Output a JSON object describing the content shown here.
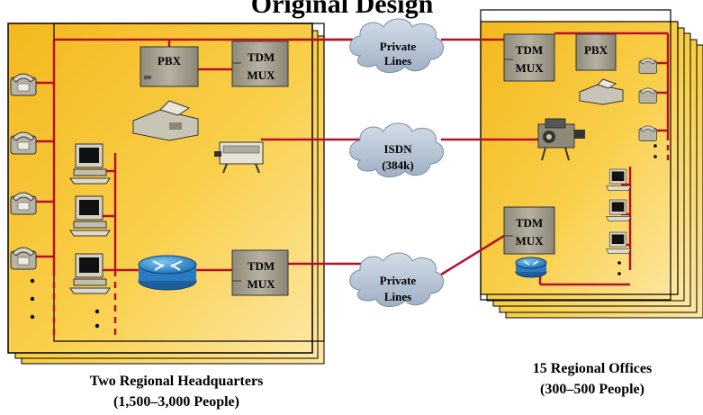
{
  "title": "Original Design",
  "hq": {
    "caption_line1": "Two Regional Headquarters",
    "caption_line2": "(1,500–3,000 People)",
    "pbx_label": "PBX",
    "mux_top_line1": "TDM",
    "mux_top_line2": "MUX",
    "mux_bottom_line1": "TDM",
    "mux_bottom_line2": "MUX"
  },
  "offices": {
    "caption_line1": "15 Regional Offices",
    "caption_line2": "(300–500 People)",
    "pbx_label": "PBX",
    "mux_top_line1": "TDM",
    "mux_top_line2": "MUX",
    "mux_bottom_line1": "TDM",
    "mux_bottom_line2": "MUX"
  },
  "clouds": [
    {
      "line1": "Private",
      "line2": "Lines"
    },
    {
      "line1": "ISDN",
      "line2": "(384k)"
    },
    {
      "line1": "Private",
      "line2": "Lines"
    }
  ],
  "colors": {
    "panel": "#f7c52c",
    "panel_light": "#fde394",
    "link": "#b5102a",
    "cloud": "#b7c6d6",
    "device": "#a8a393"
  }
}
